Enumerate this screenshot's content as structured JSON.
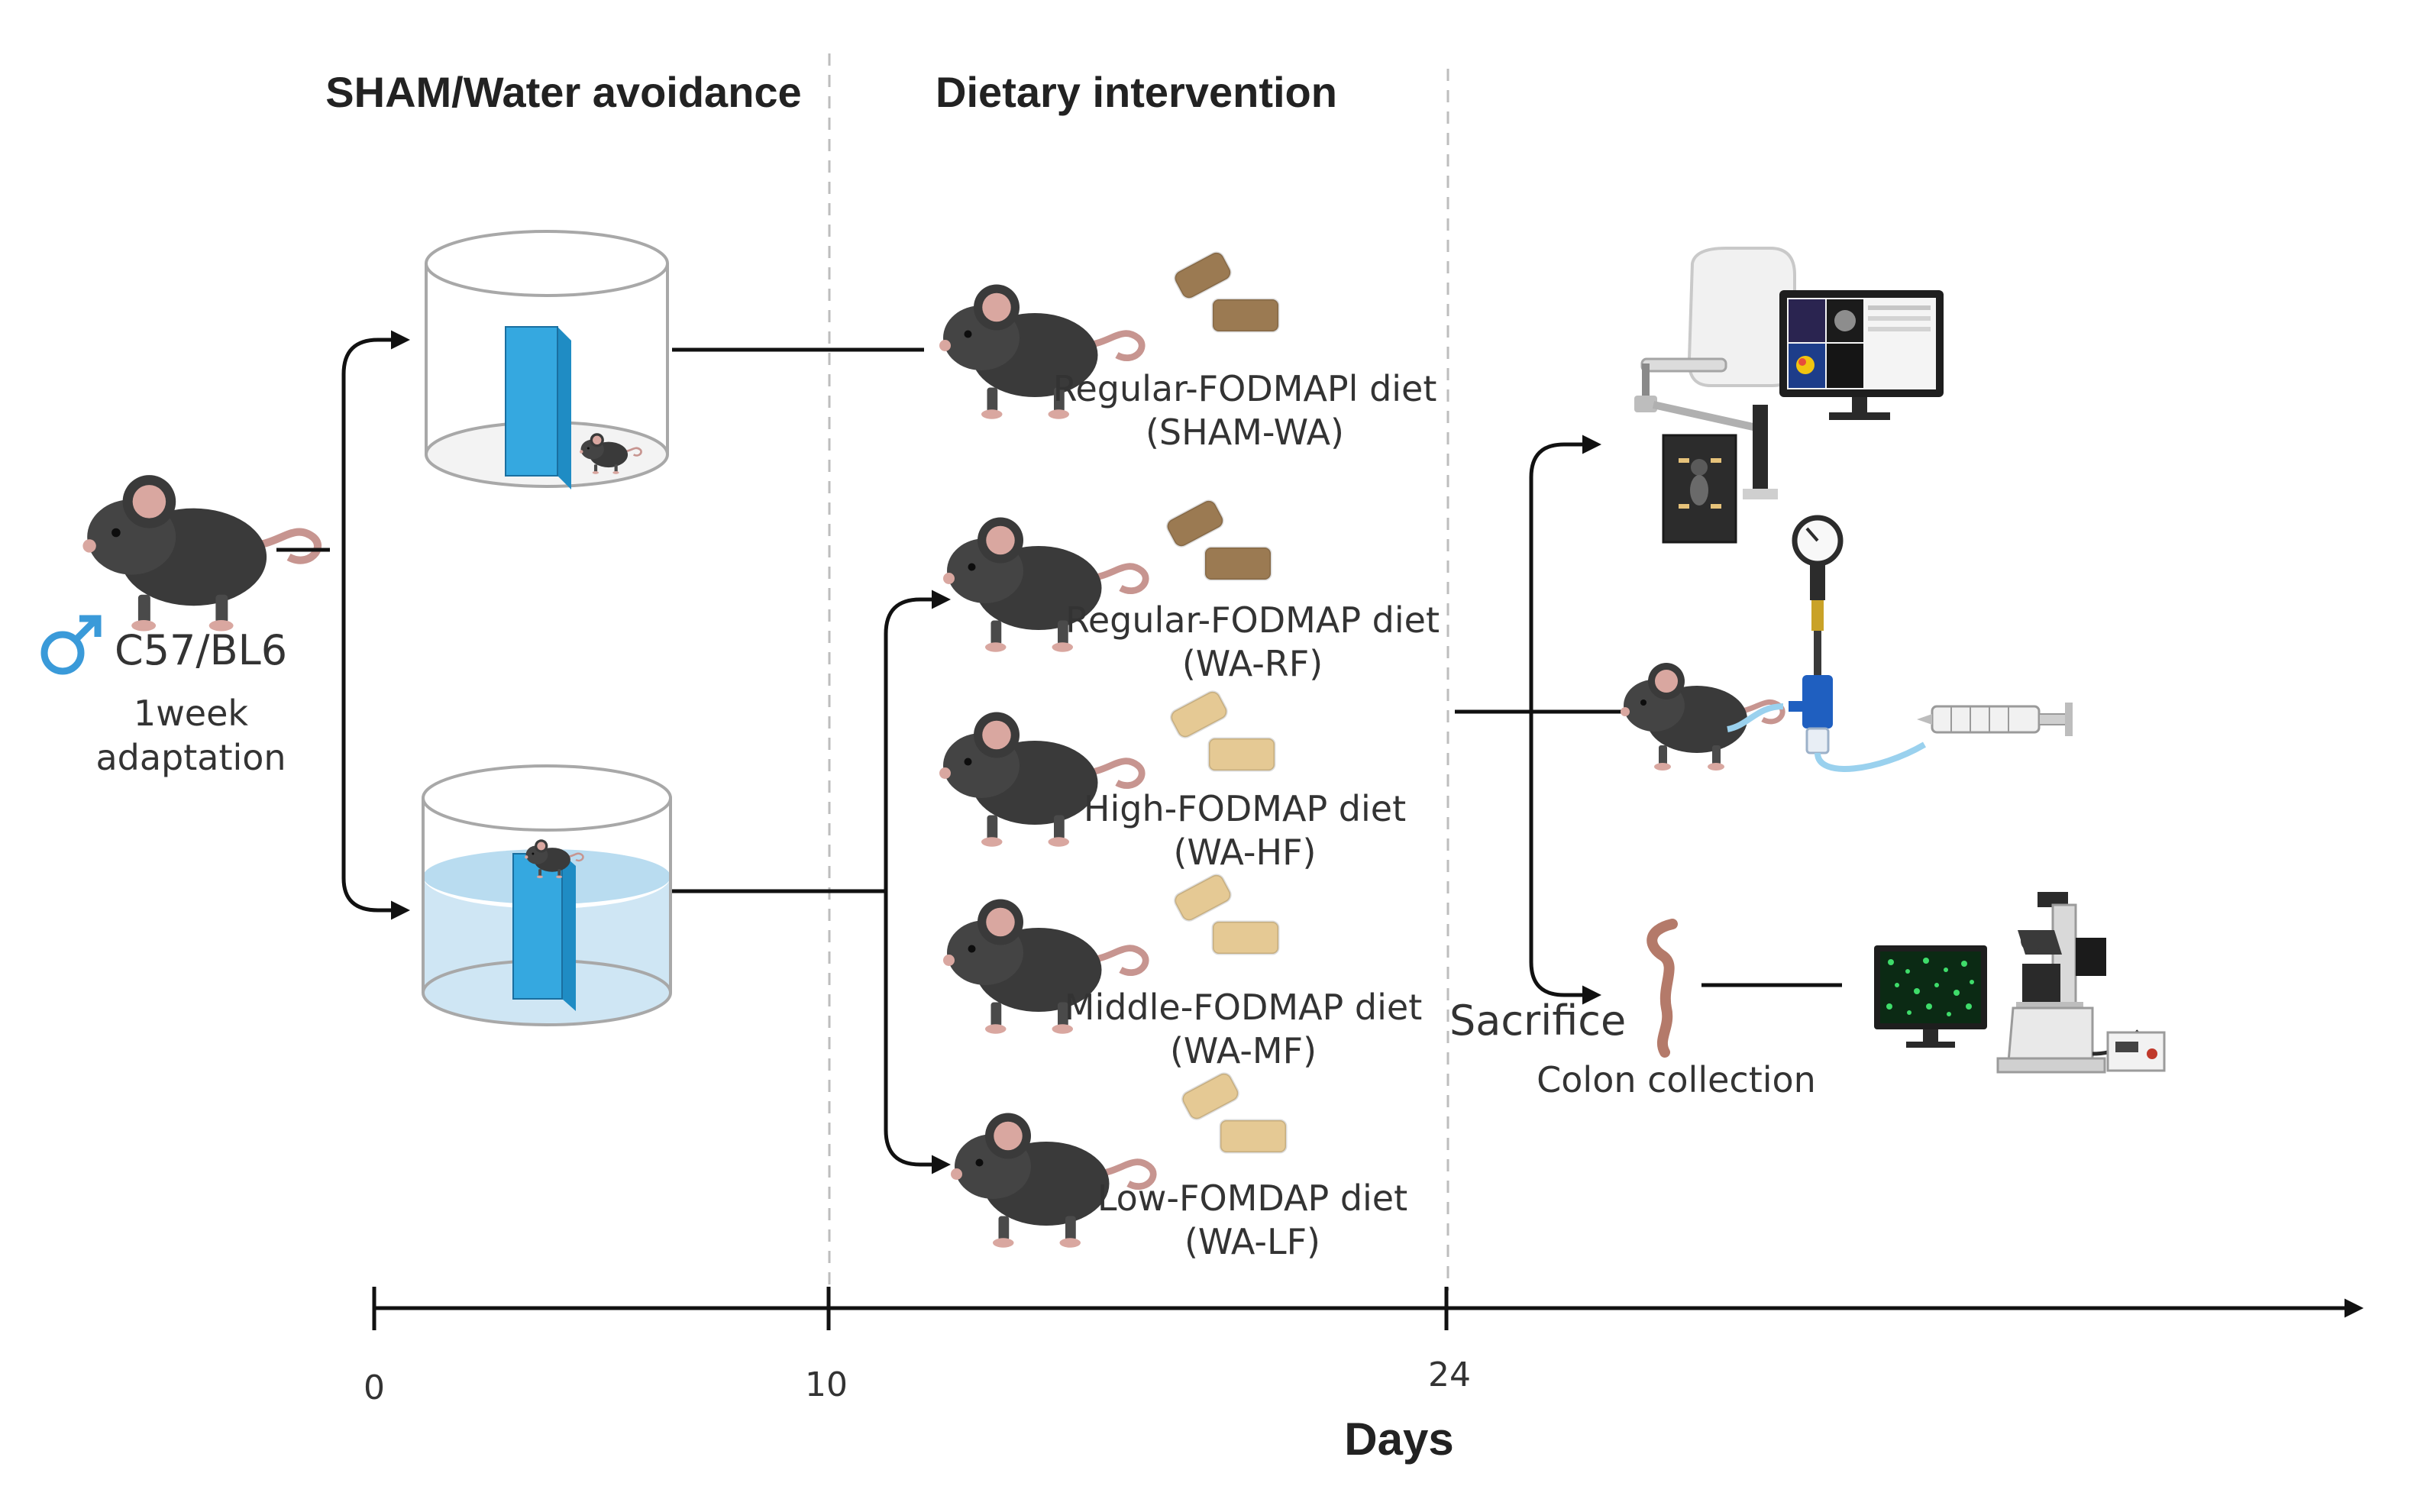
{
  "headers": {
    "phase1": "SHAM/Water avoidance",
    "phase2": "Dietary intervention"
  },
  "start": {
    "strain": "C57/BL6",
    "adapt_line1": "1week",
    "adapt_line2": "adaptation",
    "sex_icon": "male-symbol-icon"
  },
  "groups": [
    {
      "diet": "Regular-FODMAPl diet",
      "code": "(SHAM-WA)",
      "pellet_color": "#9b7a52"
    },
    {
      "diet": "Regular-FODMAP diet",
      "code": "(WA-RF)",
      "pellet_color": "#9b7a52"
    },
    {
      "diet": "High-FODMAP diet",
      "code": "(WA-HF)",
      "pellet_color": "#e5c994"
    },
    {
      "diet": "Middle-FODMAP diet",
      "code": "(WA-MF)",
      "pellet_color": "#e5c994"
    },
    {
      "diet": "Low-FOMDAP diet",
      "code": "(WA-LF)",
      "pellet_color": "#e5c994"
    }
  ],
  "endpoints": {
    "sacrifice": "Sacrifice",
    "colon": "Colon collection"
  },
  "timeline": {
    "ticks": [
      "0",
      "10",
      "24"
    ],
    "label": "Days"
  },
  "colors": {
    "tank_block": "#35a8e0",
    "water": "#cfe6f4",
    "mouse_body": "#3a3a3a",
    "mouse_ear": "#d9a7a0",
    "male_symbol": "#3a9ad9"
  },
  "icons": [
    "mouse-icon",
    "tank-icon",
    "diet-pellet-icon",
    "imaging-system-icon",
    "pressure-gauge-icon",
    "syringe-icon",
    "colon-icon",
    "microscope-icon",
    "monitor-icon"
  ]
}
